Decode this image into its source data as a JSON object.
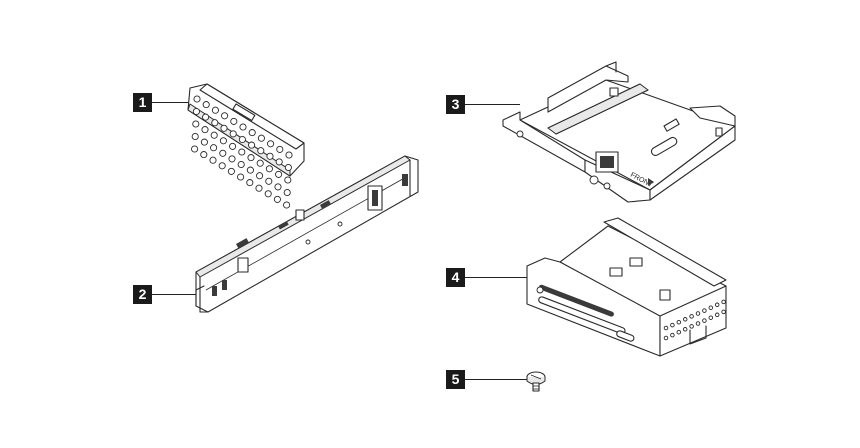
{
  "callouts": [
    {
      "id": "1",
      "label": "1"
    },
    {
      "id": "2",
      "label": "2"
    },
    {
      "id": "3",
      "label": "3"
    },
    {
      "id": "4",
      "label": "4"
    },
    {
      "id": "5",
      "label": "5"
    }
  ],
  "parts": {
    "bracket_3_text": "FRONT"
  }
}
